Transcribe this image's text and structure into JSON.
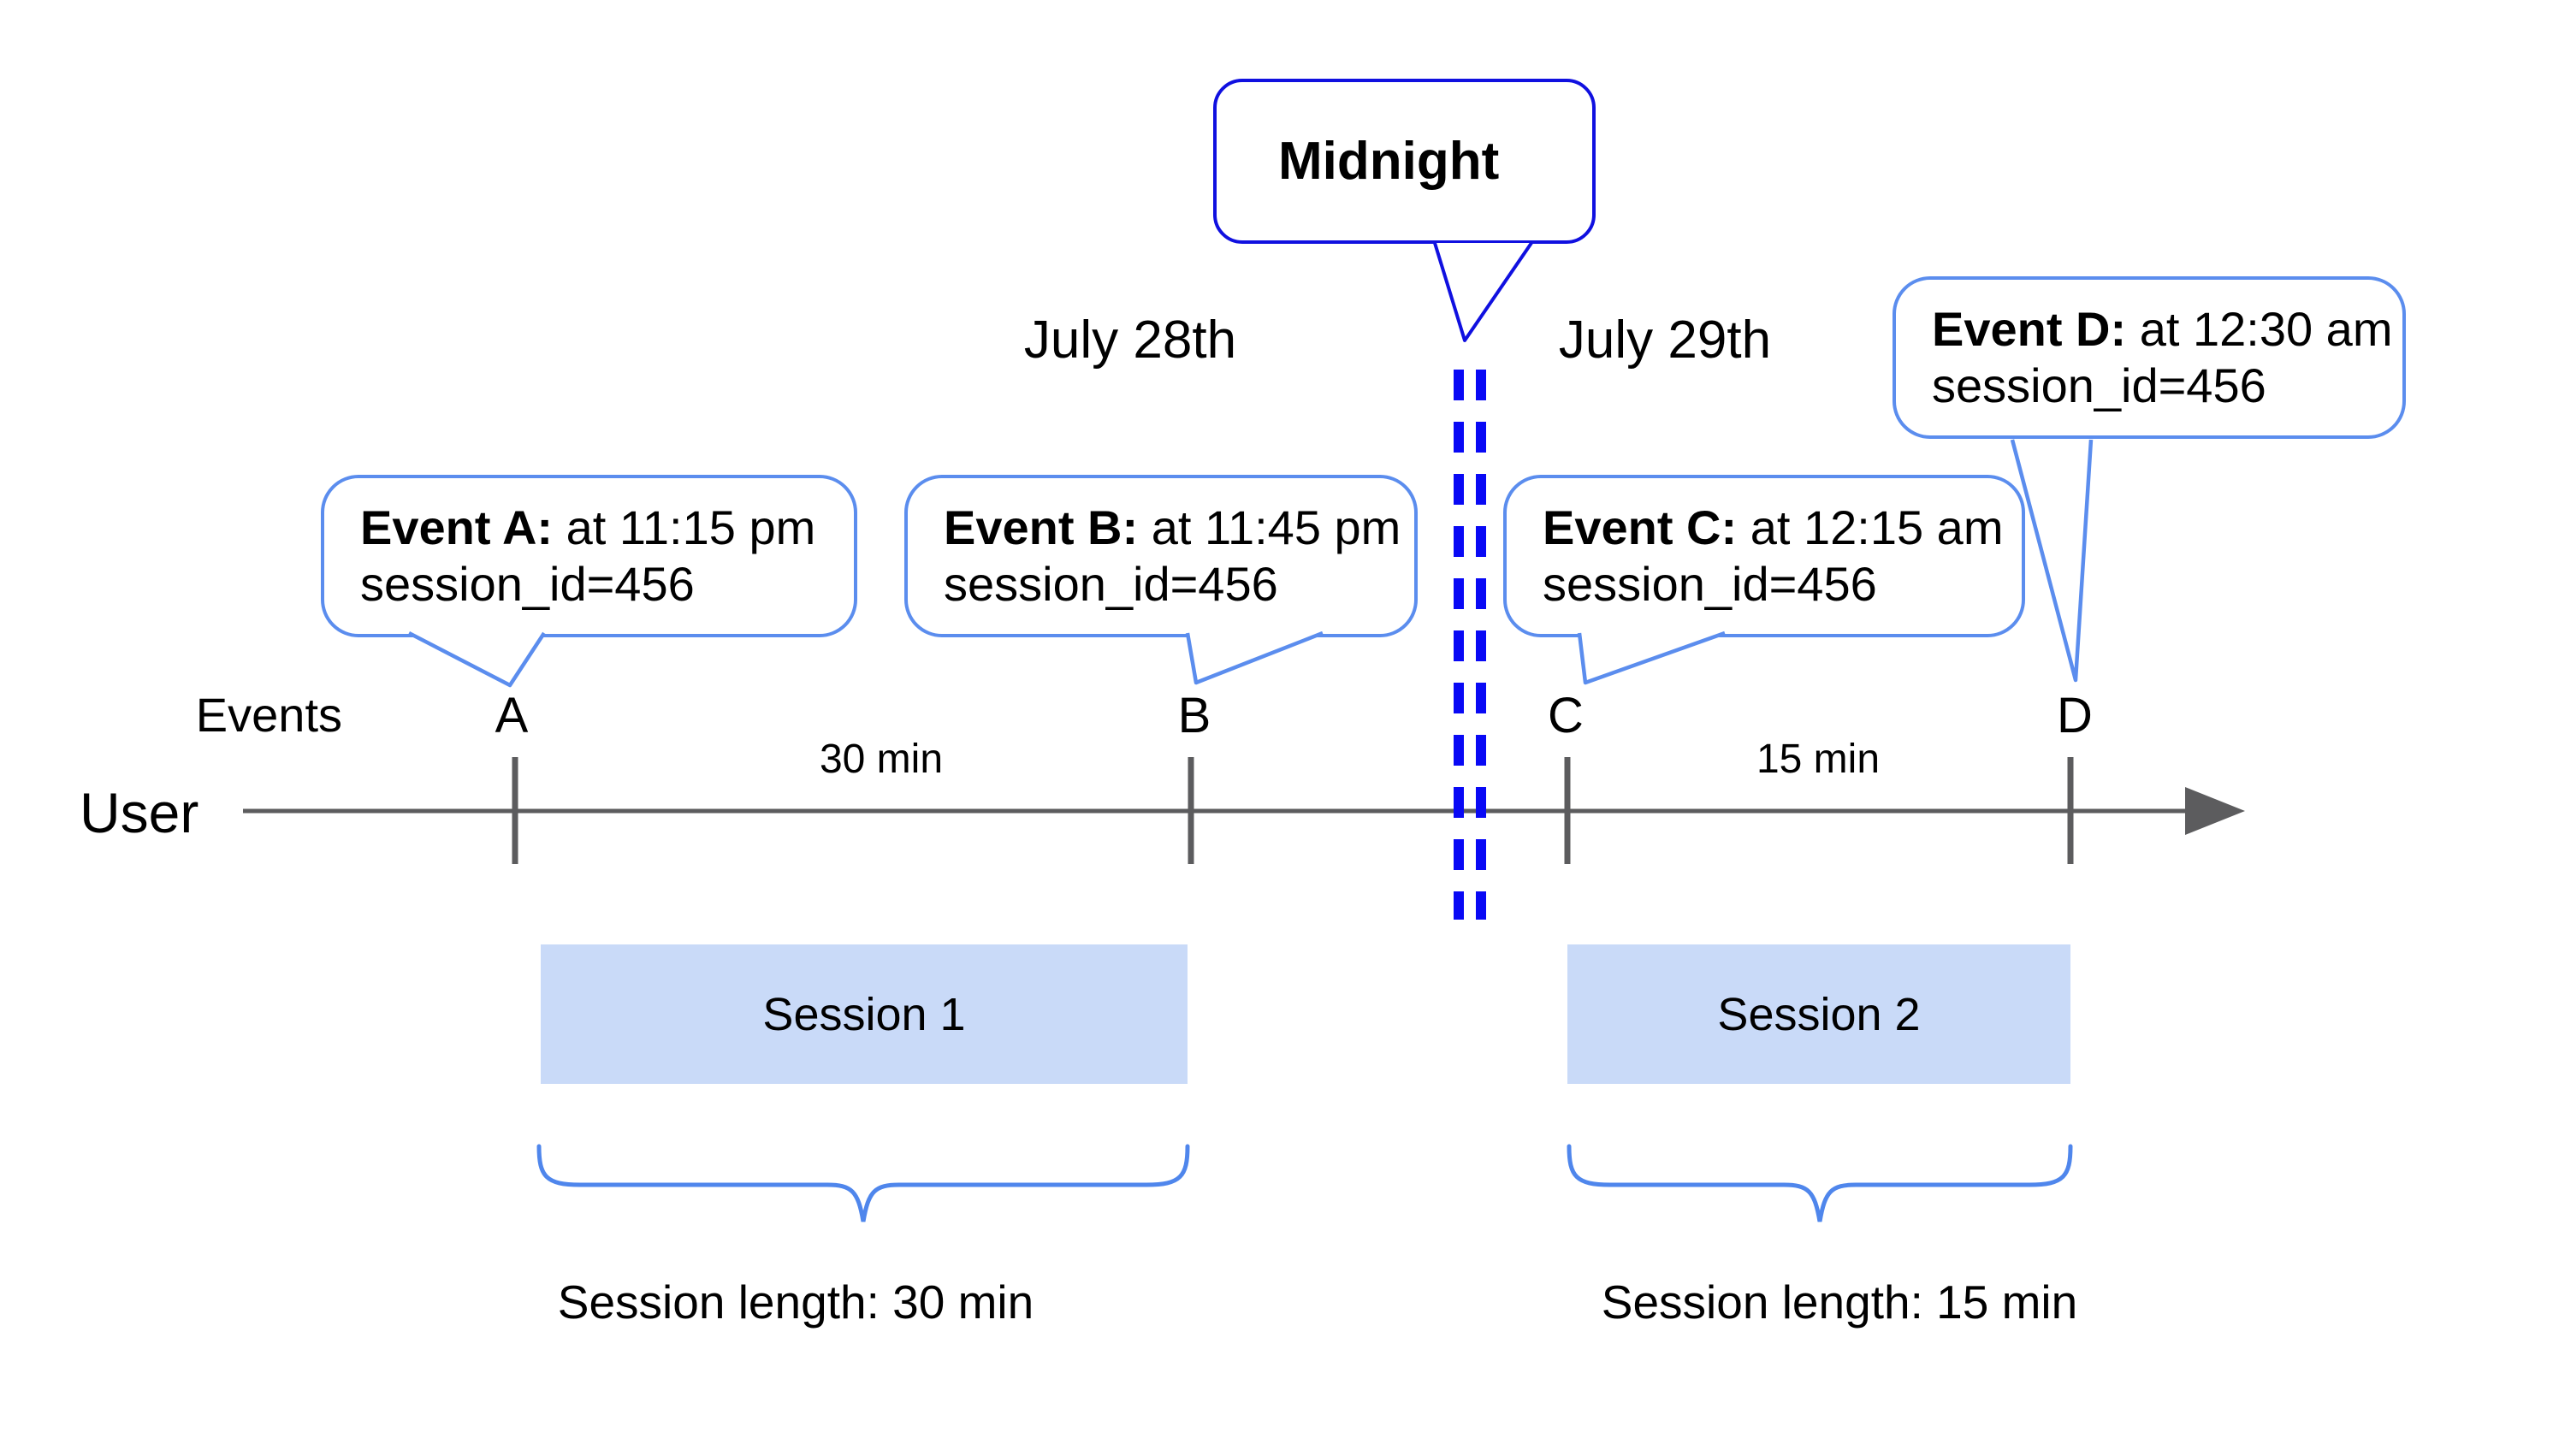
{
  "midnight_label": "Midnight",
  "dates": {
    "left": "July 28th",
    "right": "July 29th"
  },
  "axis": {
    "events_label": "Events",
    "user_label": "User"
  },
  "gaps": {
    "ab": "30 min",
    "cd": "15 min"
  },
  "event_bubbles": [
    {
      "tick": "A",
      "title": "Event A:",
      "time": " at 11:15 pm",
      "session": "session_id=456"
    },
    {
      "tick": "B",
      "title": "Event B:",
      "time": " at 11:45 pm",
      "session": "session_id=456"
    },
    {
      "tick": "C",
      "title": "Event C:",
      "time": " at 12:15 am",
      "session": "session_id=456"
    },
    {
      "tick": "D",
      "title": "Event D:",
      "time": " at 12:30 am",
      "session": "session_id=456"
    }
  ],
  "sessions": [
    {
      "name": "Session 1",
      "length": "Session length: 30 min"
    },
    {
      "name": "Session 2",
      "length": "Session length: 15 min"
    }
  ],
  "colors": {
    "event_bubble_border": "#5b8dee",
    "midnight_border": "#1010e0",
    "midnight_dashed_line": "#0909f5",
    "timeline_gray": "#5c5c5e",
    "session_fill": "#c9daf8",
    "brace_blue": "#4f86ec",
    "text": "#000000"
  }
}
